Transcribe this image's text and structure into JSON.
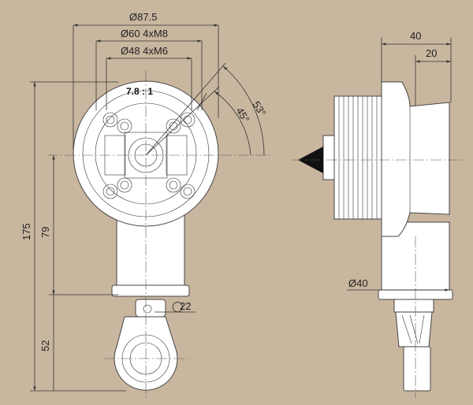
{
  "labels": {
    "dia_87_5": "Ø87.5",
    "dia_60": "Ø60 4xM8",
    "dia_48": "Ø48 4xM6",
    "ratio": "7.8 : 1",
    "angle_53": "53°",
    "angle_45": "45°",
    "len_175": "175",
    "len_79": "79",
    "len_52": "52",
    "hex_22": "22",
    "len_40": "40",
    "len_20": "20",
    "dia_40": "Ø40"
  },
  "colors": {
    "background": "#c9b69f",
    "line": "#333333",
    "part": "#ffffff"
  }
}
